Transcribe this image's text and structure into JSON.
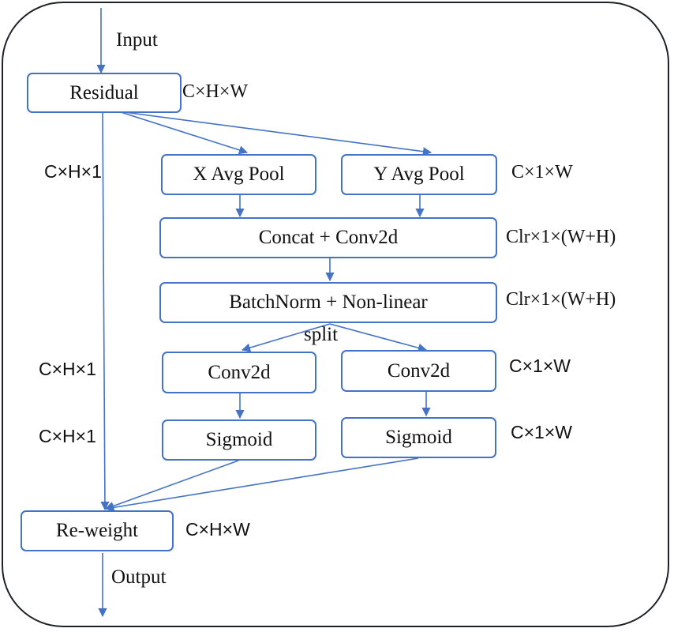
{
  "colors": {
    "node_border": "#4472c4",
    "edge": "#4472c4",
    "frame": "#1f2328",
    "text": "#111111"
  },
  "labels": {
    "input": "Input",
    "output": "Output",
    "split": "split"
  },
  "nodes": {
    "residual": "Residual",
    "x_avg_pool": "X Avg Pool",
    "y_avg_pool": "Y Avg Pool",
    "concat_conv2d": "Concat + Conv2d",
    "batchnorm_nonlinear": "BatchNorm + Non-linear",
    "conv2d_left": "Conv2d",
    "conv2d_right": "Conv2d",
    "sigmoid_left": "Sigmoid",
    "sigmoid_right": "Sigmoid",
    "reweight": "Re-weight"
  },
  "dims": {
    "residual": "C×H×W",
    "x_pool": "C×H×1",
    "y_pool": "C×1×W",
    "concat": "Clr×1×(W+H)",
    "batchnorm": "Clr×1×(W+H)",
    "conv_left": "C×H×1",
    "conv_right": "C×1×W",
    "sigmoid_left": "C×H×1",
    "sigmoid_right": "C×1×W",
    "reweight": "C×H×W"
  }
}
